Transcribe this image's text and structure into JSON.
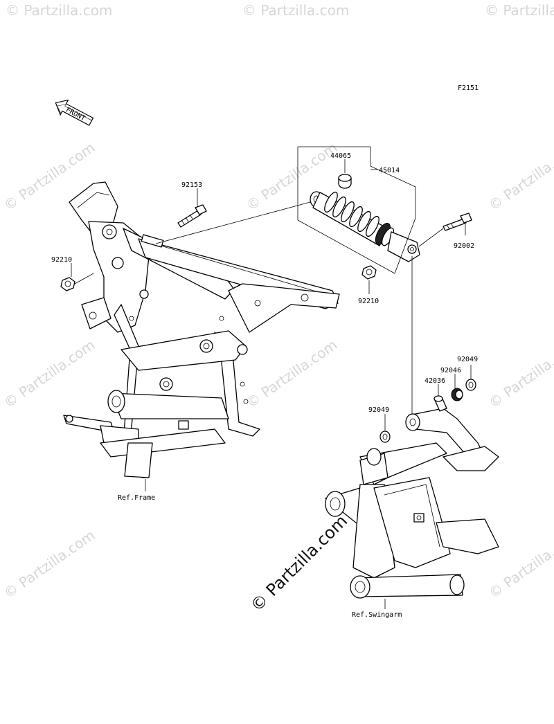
{
  "diagram": {
    "code": "F2151",
    "front_arrow_label": "FRONT",
    "watermark": "© Partzilla.com",
    "callouts": {
      "p92153": "92153",
      "p92210_left": "92210",
      "p44065": "44065",
      "p45014": "45014",
      "p92002": "92002",
      "p92210_right": "92210",
      "p92049_top": "92049",
      "p92046": "92046",
      "p42036": "42036",
      "p92049_left": "92049"
    },
    "ref_frame": "Ref.Frame",
    "ref_swingarm": "Ref.Swingarm"
  }
}
